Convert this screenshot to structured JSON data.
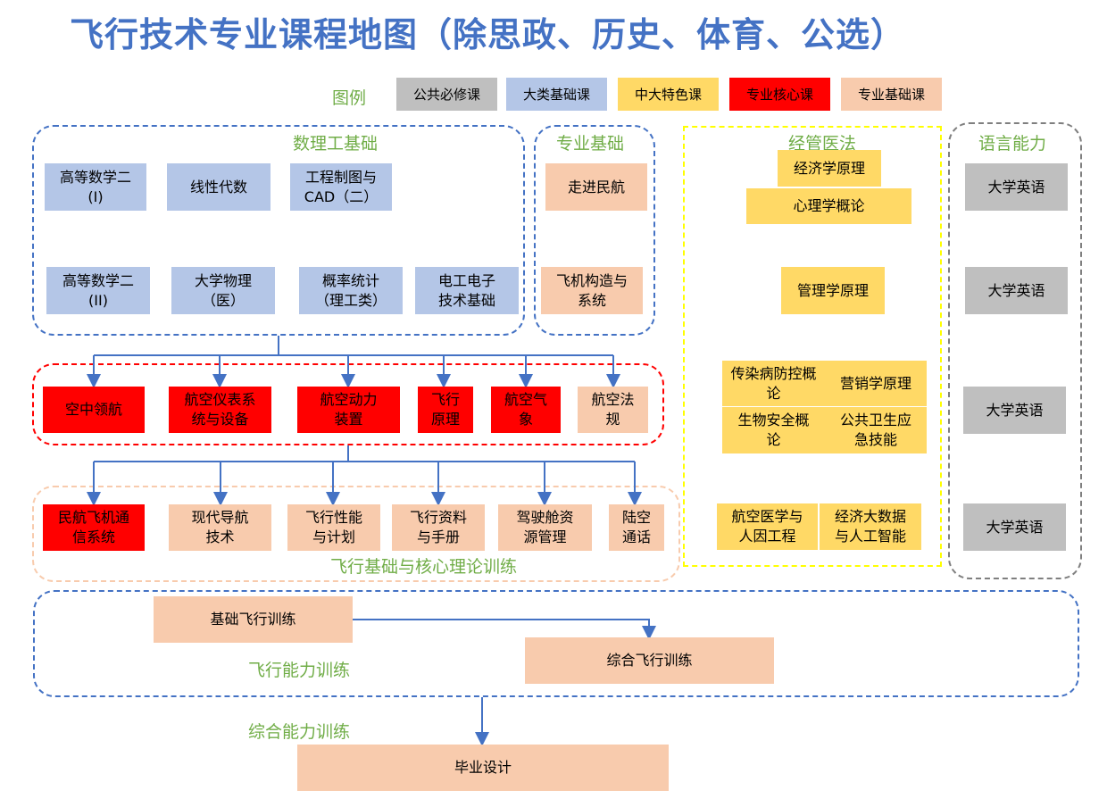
{
  "title": "飞行技术专业课程地图（除思政、历史、体育、公选）",
  "legend": {
    "label": "图例",
    "items": [
      "公共必修课",
      "大类基础课",
      "中大特色课",
      "专业核心课",
      "专业基础课"
    ]
  },
  "groups": {
    "math": "数理工基础",
    "major_basic": "专业基础",
    "econ": "经管医法",
    "language": "语言能力",
    "flight_theory": "飞行基础与核心理论训练",
    "flight_ability": "飞行能力训练",
    "comprehensive": "综合能力训练"
  },
  "math_courses": [
    "高等数学二\n(I)",
    "线性代数",
    "工程制图与\nCAD（二）",
    "高等数学二\n(II)",
    "大学物理\n（医）",
    "概率统计\n（理工类）",
    "电工电子\n技术基础"
  ],
  "major_basic_courses": [
    "走进民航",
    "飞机构造与\n系统"
  ],
  "core_courses": [
    "空中领航",
    "航空仪表系\n统与设备",
    "航空动力\n装置",
    "飞行\n原理",
    "航空气\n象",
    "航空法\n规"
  ],
  "theory_courses": [
    "民航飞机通\n信系统",
    "现代导航\n技术",
    "飞行性能\n与计划",
    "飞行资料\n与手册",
    "驾驶舱资\n源管理",
    "陆空\n通话"
  ],
  "econ_courses": [
    "经济学原理",
    "心理学概论",
    "管理学原理",
    "传染病防控概\n论",
    "营销学原理",
    "生物安全概\n论",
    "公共卫生应\n急技能",
    "航空医学与\n人因工程",
    "经济大数据\n与人工智能"
  ],
  "language_courses": [
    "大学英语",
    "大学英语",
    "大学英语",
    "大学英语"
  ],
  "training": [
    "基础飞行训练",
    "综合飞行训练"
  ],
  "final": "毕业设计",
  "colors": {
    "public_required": "#bfbfbf",
    "category_basic": "#b4c6e7",
    "featured": "#ffd966",
    "major_core": "#ff0000",
    "major_basic": "#f8cbad",
    "title": "#4472c4",
    "group_title": "#70ad47",
    "arrow": "#4472c4"
  }
}
